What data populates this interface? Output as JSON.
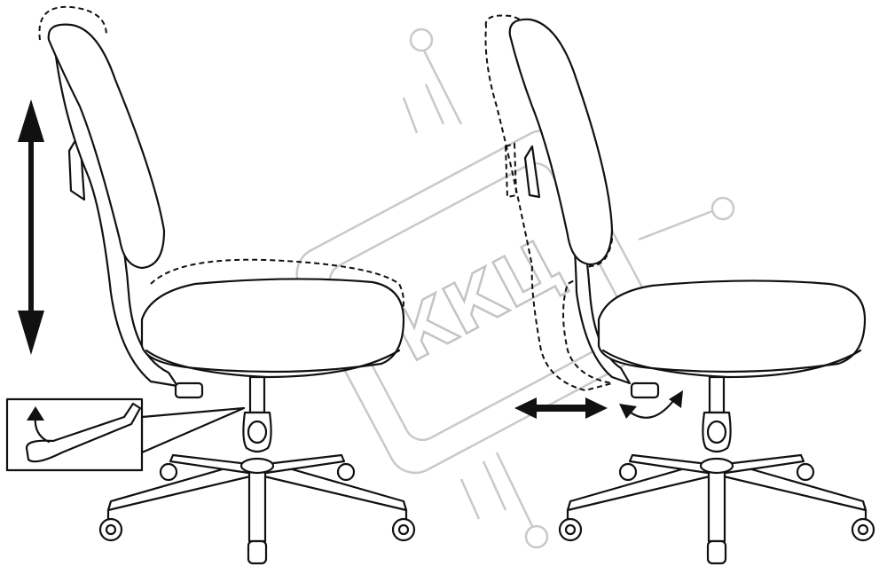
{
  "watermark": {
    "text": "ККЦ",
    "color": "#c9c9c9"
  },
  "figures": [
    {
      "name": "seat-height-adjustment",
      "arrow": "vertical-double-arrow"
    },
    {
      "name": "backrest-depth-and-tilt-adjustment",
      "arrows": [
        "horizontal-double-arrow",
        "curved-double-arrow"
      ]
    }
  ],
  "line_color": "#111111"
}
